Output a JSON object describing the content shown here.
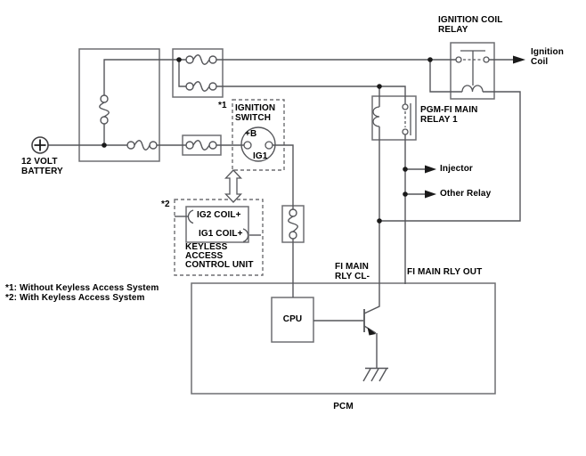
{
  "colors": {
    "background": "#ffffff",
    "wire": "#55565a",
    "box_outline": "#6e6f72",
    "text": "#000000",
    "junction_dot": "#1a1a1a"
  },
  "battery": {
    "line1": "12 VOLT",
    "line2": "BATTERY"
  },
  "ignition_coil_relay": {
    "line1": "IGNITION COIL",
    "line2": "RELAY"
  },
  "ignition_coil_output": {
    "line1": "Ignition",
    "line2": "Coil"
  },
  "pgm_fi_main_relay": {
    "line1": "PGM-FI MAIN",
    "line2": "RELAY 1"
  },
  "outputs": {
    "injector": "Injector",
    "other_relay": "Other Relay"
  },
  "ignition_switch": {
    "ref": "*1",
    "line1": "IGNITION",
    "line2": "SWITCH",
    "terminal_plus_b": "+B",
    "terminal_ig1": "IG1"
  },
  "keyless_unit": {
    "ref": "*2",
    "pin_ig2": "IG2 COIL+",
    "pin_ig1": "IG1 COIL+",
    "line1": "KEYLESS",
    "line2": "ACCESS",
    "line3": "CONTROL UNIT"
  },
  "pcm": {
    "label": "PCM",
    "cpu_label": "CPU",
    "pin_fi_main_rly_cl_line1": "FI MAIN",
    "pin_fi_main_rly_cl_line2": "RLY CL-",
    "pin_fi_main_rly_out": "FI MAIN RLY OUT"
  },
  "notes": {
    "note1": "*1: Without Keyless Access System",
    "note2": "*2: With Keyless Access System"
  }
}
